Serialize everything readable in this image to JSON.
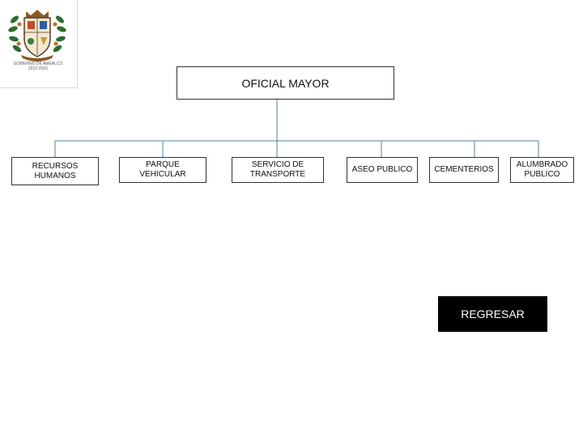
{
  "logo": {
    "caption_line1": "GOBIERNO DE AMEALCO",
    "caption_line2": "2012-2015"
  },
  "org_chart": {
    "top": "OFICIAL MAYOR",
    "children": [
      "RECURSOS HUMANOS",
      "PARQUE VEHICULAR",
      "SERVICIO DE TRANSPORTE",
      "ASEO PUBLICO",
      "CEMENTERIOS",
      "ALUMBRADO PUBLICO"
    ]
  },
  "nav": {
    "back_label": "REGRESAR"
  },
  "colors": {
    "connector": "#4f7fa6",
    "box_border": "#333333",
    "button_bg": "#000000",
    "button_text": "#ffffff"
  }
}
